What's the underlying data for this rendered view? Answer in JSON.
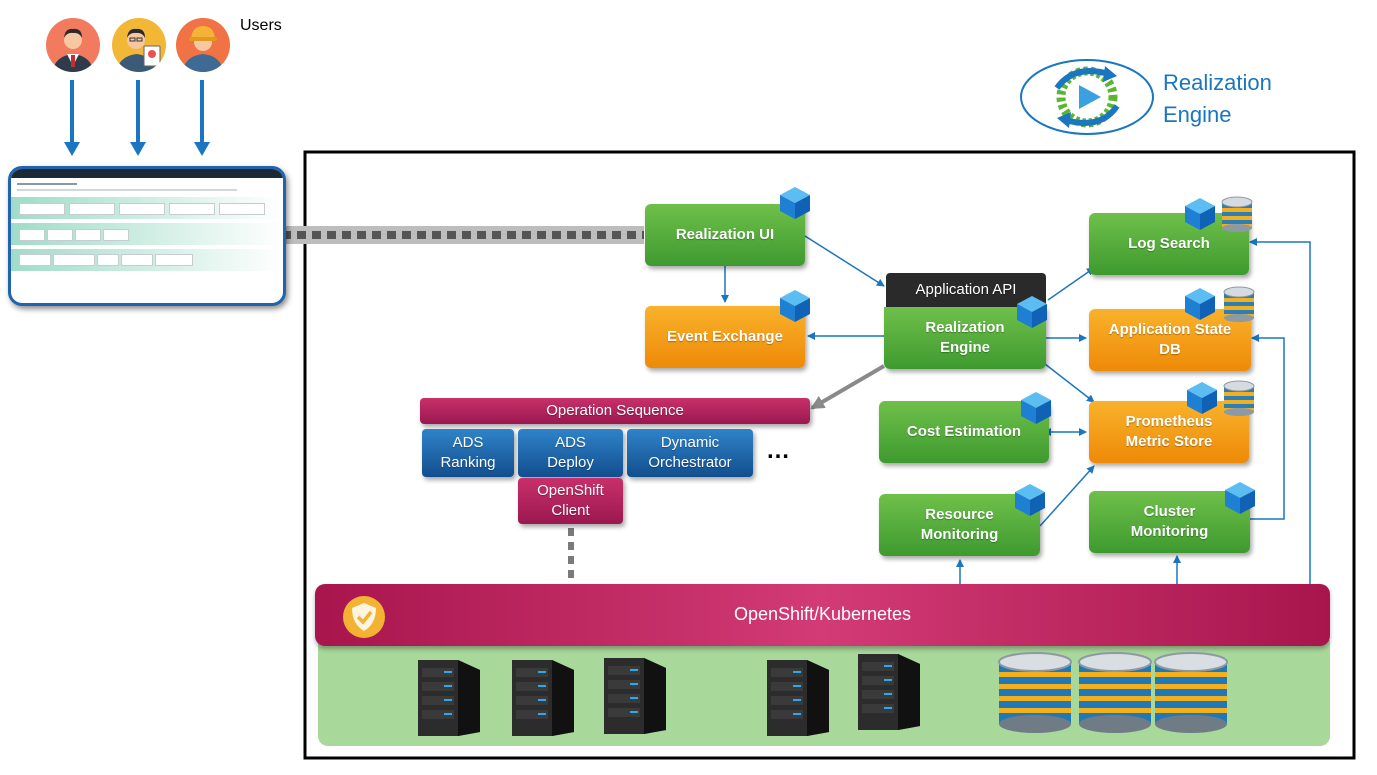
{
  "users": {
    "label": "Users"
  },
  "brand": {
    "title": "Realization\nEngine"
  },
  "components": {
    "realization_ui": "Realization UI",
    "event_exchange": "Event Exchange",
    "application_api": "Application API",
    "realization_engine": "Realization\nEngine",
    "log_search": "Log Search",
    "application_state_db": "Application State\nDB",
    "prometheus_metric_store": "Prometheus\nMetric Store",
    "cost_estimation": "Cost Estimation",
    "resource_monitoring": "Resource\nMonitoring",
    "cluster_monitoring": "Cluster\nMonitoring"
  },
  "operation_sequence": {
    "title": "Operation Sequence",
    "items": [
      "ADS\nRanking",
      "ADS\nDeploy",
      "Dynamic\nOrchestrator"
    ],
    "more": "…",
    "client": "OpenShift\nClient"
  },
  "platform": {
    "label": "OpenShift/Kubernetes"
  },
  "colors": {
    "green": "#4caf3a",
    "orange": "#f29a12",
    "blue": "#1a6fbf",
    "magenta": "#b01e5c",
    "arrow": "#1a76c0"
  },
  "icons": [
    "user-avatar-icon",
    "cube-icon",
    "database-icon",
    "server-rack-icon",
    "shield-check-icon",
    "cycle-arrows-icon"
  ]
}
